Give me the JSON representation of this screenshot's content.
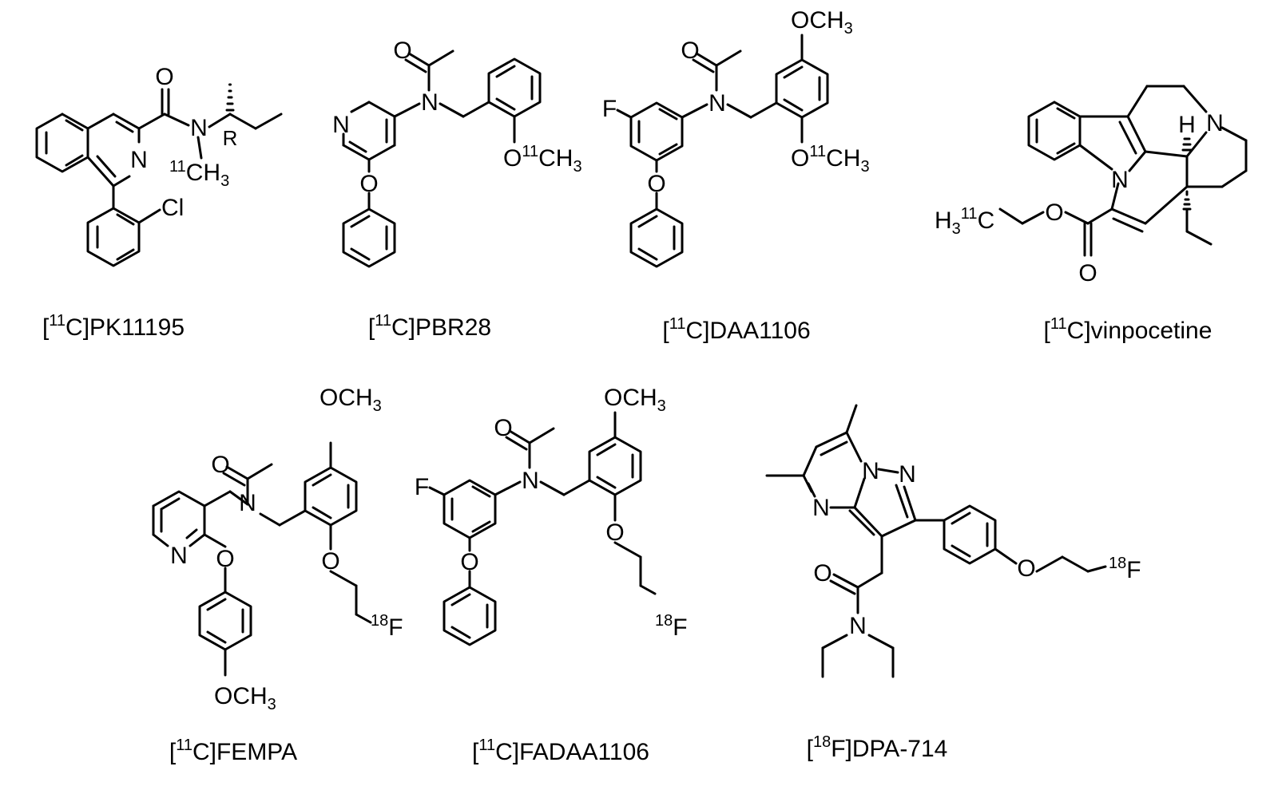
{
  "ink_color": "#000000",
  "background_color": "#ffffff",
  "compounds": [
    {
      "name": "[11C]PK11195",
      "label_parts": [
        "[",
        "11",
        "C]PK11195"
      ],
      "atoms": {
        "n_ring": "N",
        "n_amide": "N",
        "o": "O",
        "cl": "Cl",
        "methyl": [
          "11",
          "CH",
          "3"
        ],
        "stereo": "R"
      }
    },
    {
      "name": "[11C]PBR28",
      "label_parts": [
        "[",
        "11",
        "C]PBR28"
      ],
      "atoms": {
        "n_ring": "N",
        "n_amide": "N",
        "o_carbonyl": "O",
        "o_ether": "O",
        "ome": [
          "O",
          "11",
          "CH",
          "3"
        ]
      }
    },
    {
      "name": "[11C]DAA1106",
      "label_parts": [
        "[",
        "11",
        "C]DAA1106"
      ],
      "atoms": {
        "f": "F",
        "n_amide": "N",
        "o_carbonyl": "O",
        "o_ether": "O",
        "ome_top": [
          "OCH",
          "3"
        ],
        "ome": [
          "O",
          "11",
          "CH",
          "3"
        ]
      }
    },
    {
      "name": "[11C]vinpocetine",
      "label_parts": [
        "[",
        "11",
        "C]vinpocetine"
      ],
      "atoms": {
        "n_indole": "N",
        "n_amine": "N",
        "h": "H",
        "o_ester": "O",
        "o_carbonyl": "O",
        "ethyl": [
          "H",
          "3",
          "11",
          "C"
        ]
      }
    },
    {
      "name": "[11C]FEMPA",
      "label_parts": [
        "[",
        "11",
        "C]FEMPA"
      ],
      "atoms": {
        "n_ring": "N",
        "n_amide": "N",
        "o_carbonyl": "O",
        "o_ether": "O",
        "o_ether2": "O",
        "ome_top": [
          "OCH",
          "3"
        ],
        "ome_bottom": [
          "OCH",
          "3"
        ],
        "fluoro": [
          "18",
          "F"
        ]
      }
    },
    {
      "name": "[11C]FADAA1106",
      "label_parts": [
        "[",
        "11",
        "C]FADAA1106"
      ],
      "atoms": {
        "f": "F",
        "n_amide": "N",
        "o_carbonyl": "O",
        "o_ether": "O",
        "o_ether2": "O",
        "ome_top": [
          "OCH",
          "3"
        ],
        "fluoro": [
          "18",
          "F"
        ]
      }
    },
    {
      "name": "[18F]DPA-714",
      "label_parts": [
        "[",
        "18",
        "F]DPA-714"
      ],
      "atoms": {
        "n_pyrimidine": "N",
        "n_bridge": "N",
        "n_pyrazole": "N",
        "n_amide": "N",
        "o_carbonyl": "O",
        "o_ether": "O",
        "fluoro": [
          "18",
          "F"
        ]
      }
    }
  ]
}
